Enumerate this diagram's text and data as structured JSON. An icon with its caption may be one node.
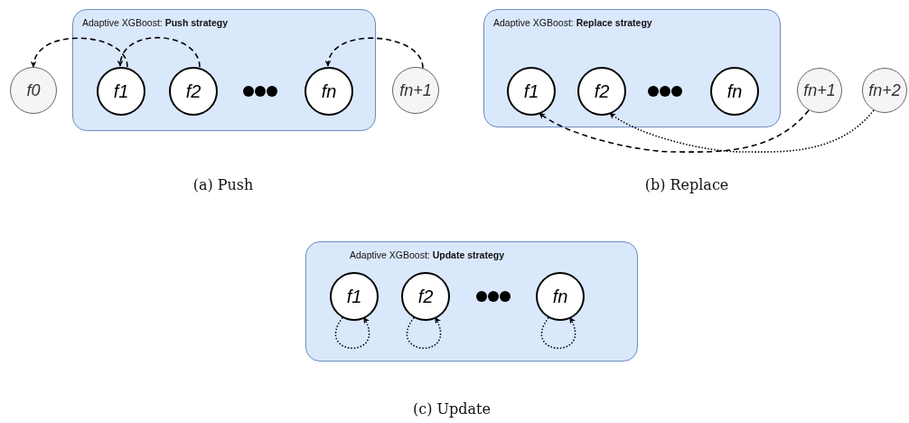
{
  "diagram": {
    "nodes": [
      {
        "text": [
          "f0"
        ]
      },
      {
        "text": [
          "Adaptive XGBoost: **Push strategy**"
        ]
      },
      {
        "text": [
          "f1"
        ],
        "in": 1
      },
      {
        "text": [
          "f2"
        ],
        "in": 1
      },
      {
        "text": [
          "fn"
        ],
        "in": 1
      },
      {
        "text": [
          "fn+1"
        ]
      },
      {
        "text": [
          "Adaptive XGBoost: **Replace strategy**"
        ]
      },
      {
        "text": [
          "f1"
        ],
        "in": 6
      },
      {
        "text": [
          "f2"
        ],
        "in": 6
      },
      {
        "text": [
          "fn"
        ],
        "in": 6
      },
      {
        "text": [
          "fn+1"
        ]
      },
      {
        "text": [
          "fn+2"
        ]
      },
      {
        "text": [
          "Adaptive XGBoost: **Update strategy**"
        ]
      },
      {
        "text": [
          "f1"
        ],
        "in": 12
      },
      {
        "text": [
          "f2"
        ],
        "in": 12
      },
      {
        "text": [
          "fn"
        ],
        "in": 12
      }
    ],
    "edges": [
      {
        "from": 2,
        "to": 0,
        "arrow": "to",
        "style": "dashed"
      },
      {
        "from": 3,
        "to": 2,
        "arrow": "to",
        "style": "dashed"
      },
      {
        "from": 5,
        "to": 4,
        "arrow": "to",
        "style": "dashed"
      },
      {
        "from": 10,
        "to": 7,
        "arrow": "to",
        "style": "dashed"
      },
      {
        "from": 11,
        "to": 8,
        "arrow": "to",
        "style": "dashed"
      },
      {
        "from": 13,
        "to": 13,
        "arrow": "to",
        "style": "dashed"
      },
      {
        "from": 14,
        "to": 14,
        "arrow": "to",
        "style": "dashed"
      },
      {
        "from": 15,
        "to": 15,
        "arrow": "to",
        "style": "dashed"
      }
    ],
    "labels": [
      "(a) Push",
      "(b) Replace",
      "(c) Update"
    ]
  }
}
